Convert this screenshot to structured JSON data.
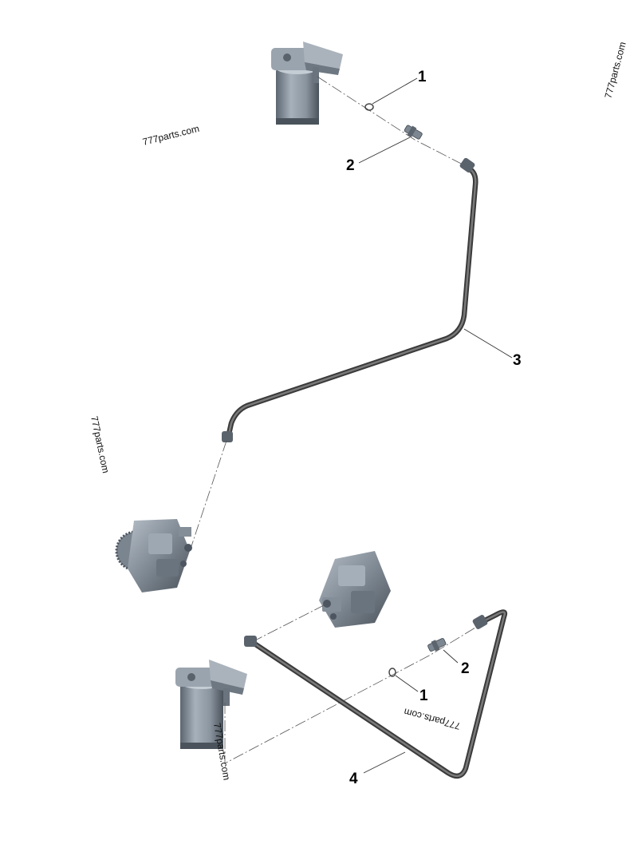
{
  "callouts": {
    "top_1": "1",
    "top_2": "2",
    "top_3": "3",
    "bottom_1": "1",
    "bottom_2": "2",
    "bottom_4": "4"
  },
  "watermarks": {
    "wm_a": "777parts.com",
    "wm_b": "777parts.com",
    "wm_c": "777parts.com",
    "wm_d": "777parts.com",
    "wm_e": "777parts.com"
  },
  "colors": {
    "part_metal": "#8f9aa6",
    "part_dark": "#4d5660",
    "tube": "#3a3a3a"
  }
}
